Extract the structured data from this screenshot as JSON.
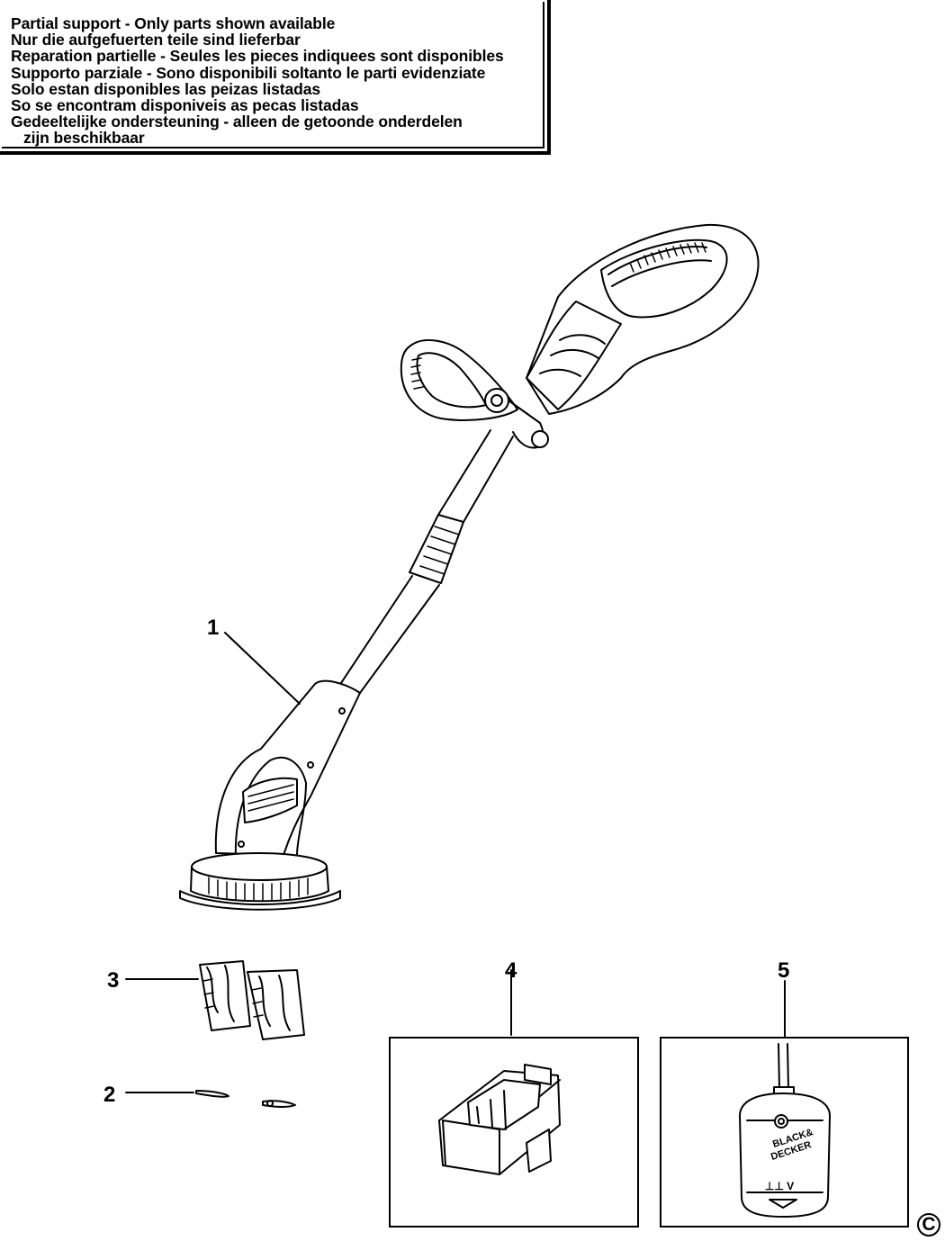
{
  "notice": {
    "lines": [
      "Partial support - Only parts shown available",
      "Nur die aufgefuerten teile sind lieferbar",
      "Reparation partielle - Seules les pieces indiquees sont disponibles",
      "Supporto parziale - Sono disponibili soltanto le parti evidenziate",
      "Solo estan disponibles las peizas listadas",
      "So se encontram disponiveis as pecas listadas",
      "Gedeeltelijke ondersteuning - alleen de getoonde onderdelen",
      "zijn beschikbaar"
    ]
  },
  "callouts": {
    "part1": "1",
    "part2": "2",
    "part3": "3",
    "part4": "4",
    "part5": "5"
  },
  "charger": {
    "brand_line1": "BLACK&",
    "brand_line2": "DECKER",
    "voltage_label": "⊥⊥ V"
  },
  "copyright_symbol": "C"
}
